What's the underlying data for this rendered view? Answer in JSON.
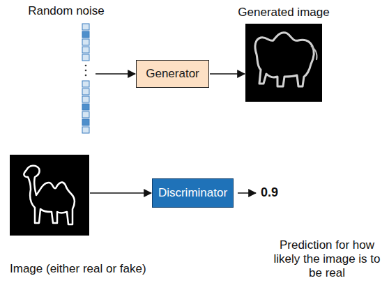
{
  "diagram": {
    "nodes": [
      {
        "text": [
          "Random noise"
        ]
      },
      {
        "text": [
          "Generator"
        ]
      },
      {
        "text": [
          "Generated image"
        ]
      },
      {
        "text": [
          "Image (either real or fake)"
        ]
      },
      {
        "text": [
          "Discriminator"
        ]
      }
    ],
    "edges": [
      {
        "from": 0,
        "to": 1,
        "arrow": "to"
      },
      {
        "from": 1,
        "to": 2,
        "arrow": "to"
      },
      {
        "from": 3,
        "to": 4,
        "arrow": "to"
      }
    ],
    "labels": [
      "0.9",
      "Prediction for how likely the image is to be real"
    ]
  }
}
